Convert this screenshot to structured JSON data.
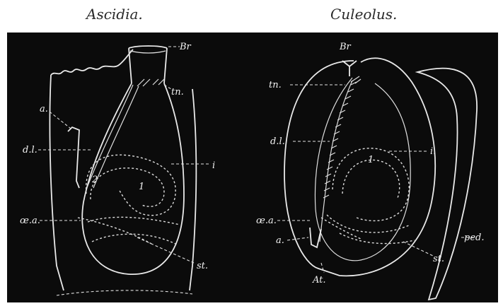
{
  "captions": {
    "left": "Ascidia.",
    "right": "Culeolus."
  },
  "left_labels": {
    "br": "Br",
    "tn": "tn.",
    "a": "a.",
    "dl": "d.l.",
    "i": "i",
    "n2": "2",
    "n1": "1",
    "oea": "œ.a.",
    "st": "st."
  },
  "right_labels": {
    "br": "Br",
    "tn": "tn.",
    "dl": "d.l.",
    "i": "i.",
    "n1": "1",
    "oea": "œ.a.",
    "a": "a.",
    "st": "st.",
    "ped": "ped.",
    "at": "At."
  }
}
